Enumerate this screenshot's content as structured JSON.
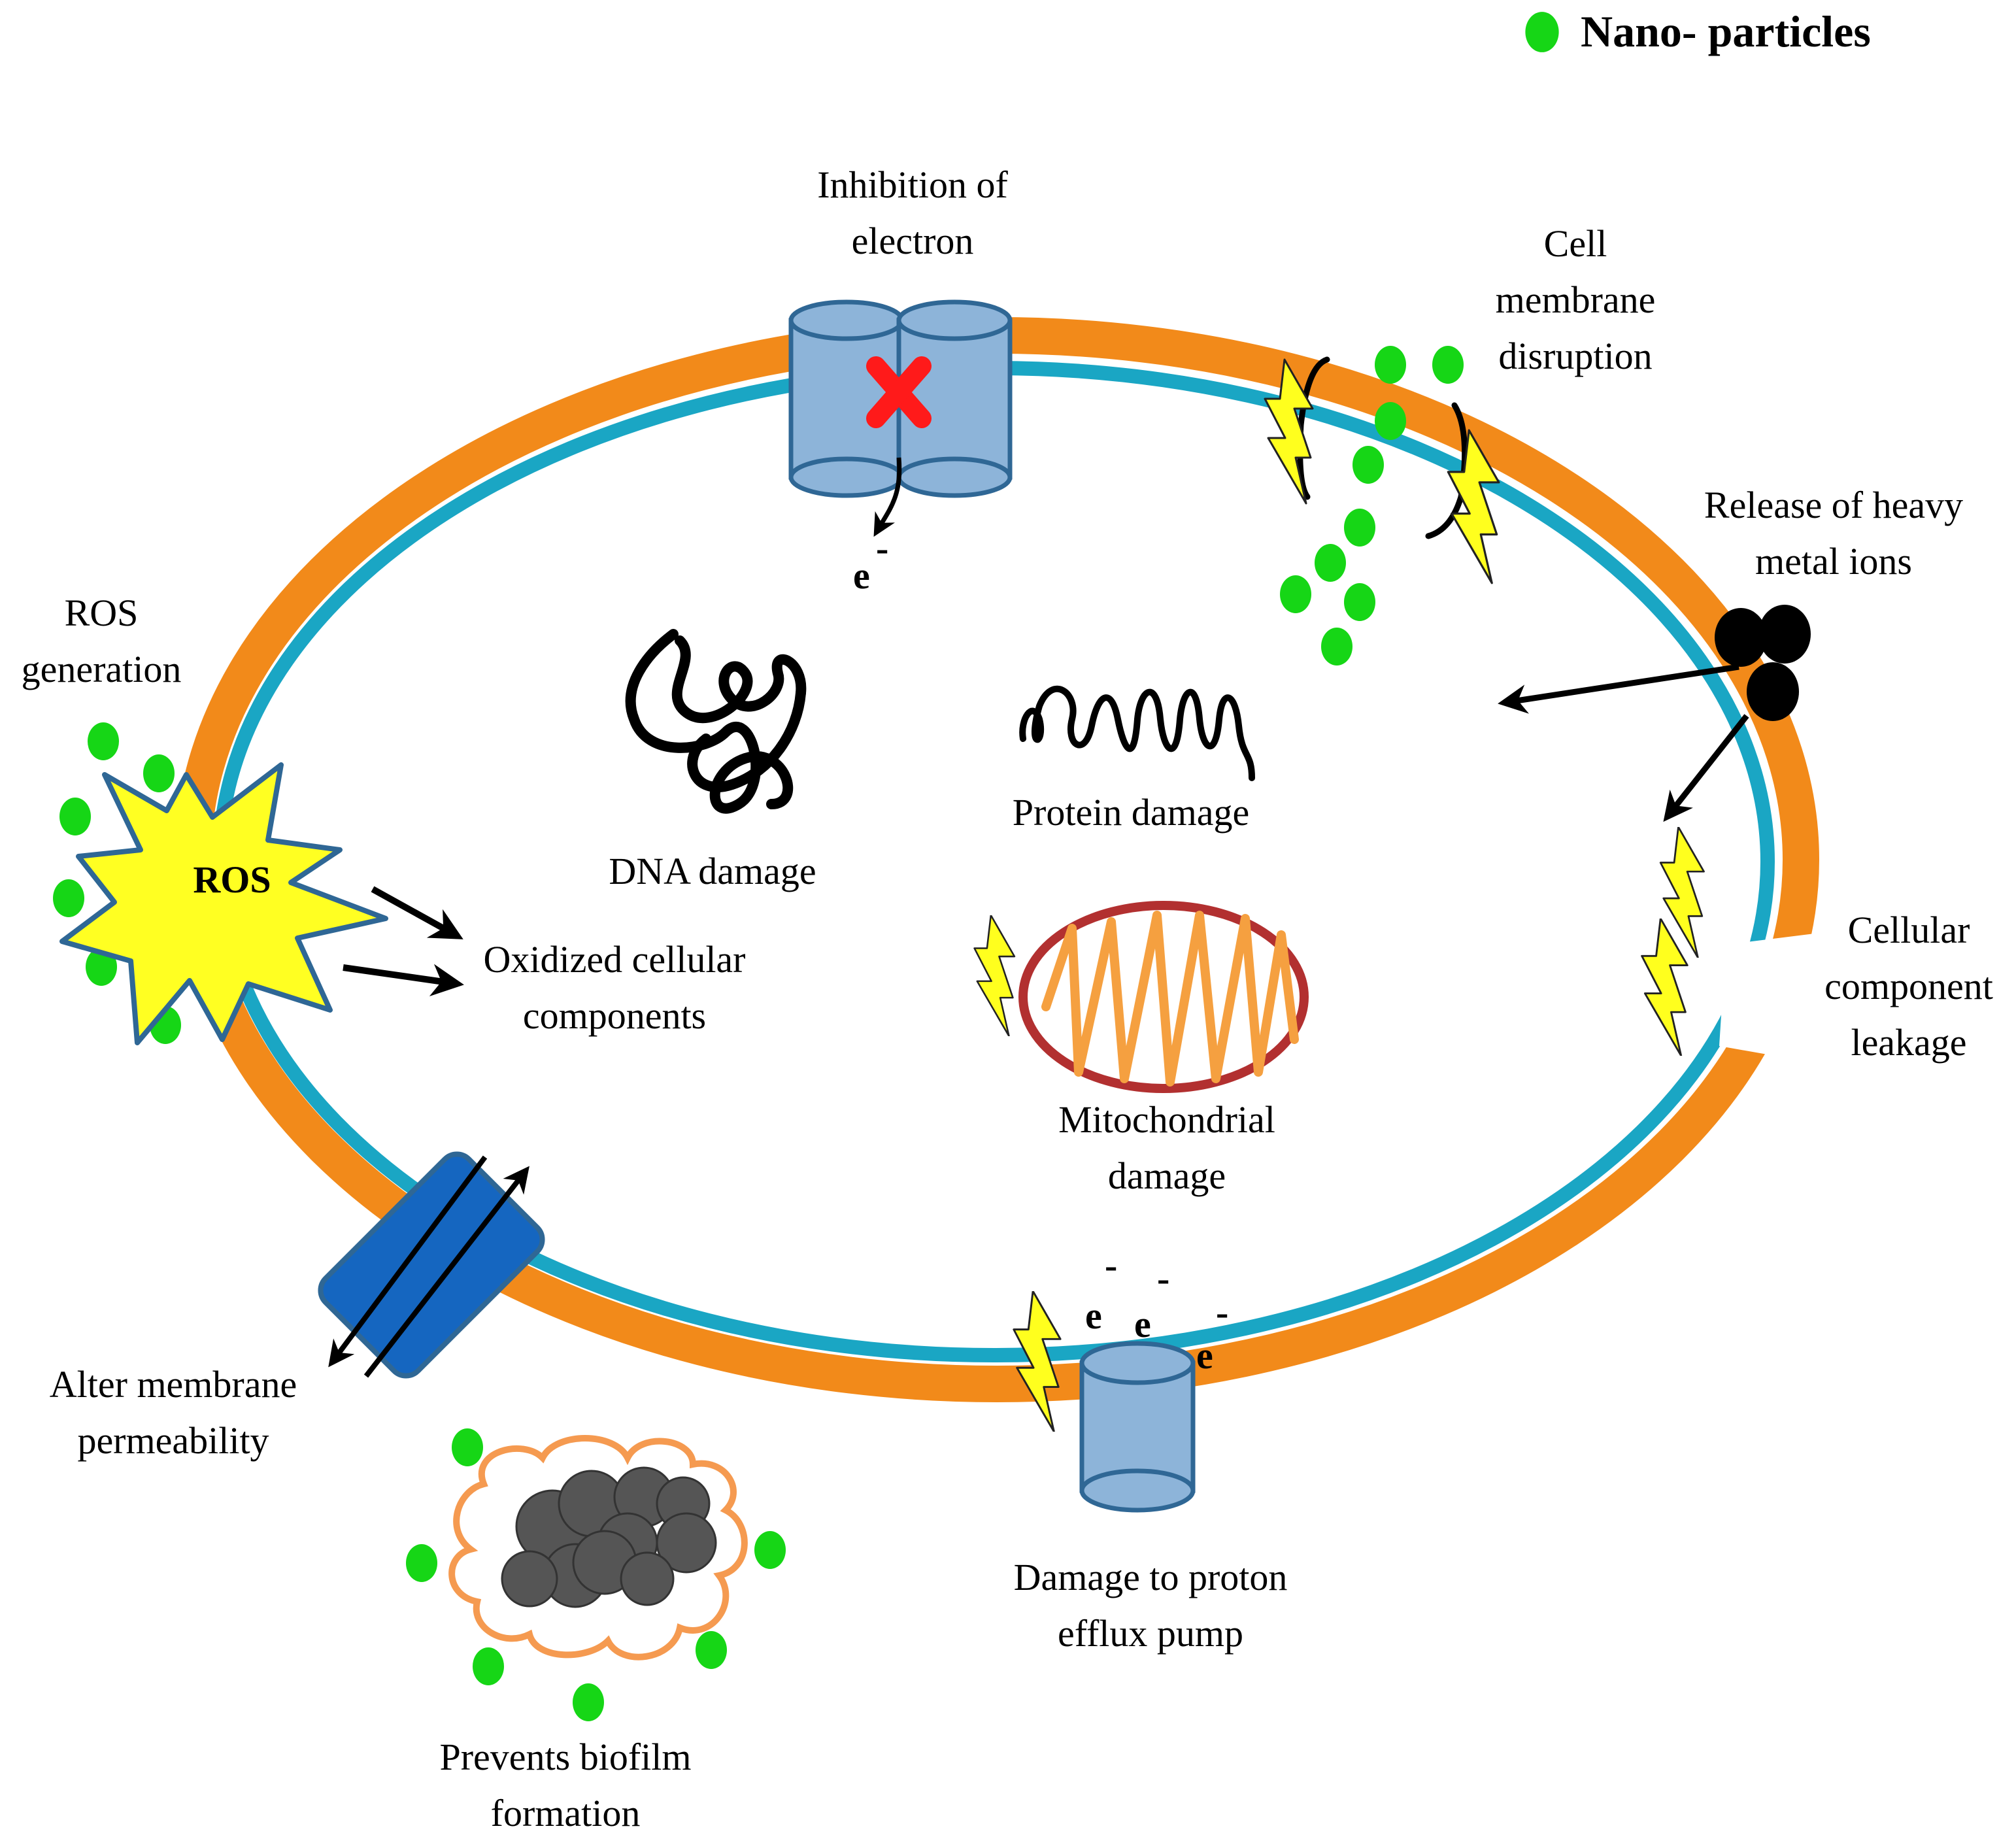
{
  "legend": {
    "label": "Nano- particles",
    "color": "#16d616"
  },
  "labels": {
    "inhibition": [
      "Inhibition of",
      "electron"
    ],
    "membrane_disruption": [
      "Cell",
      "membrane",
      "disruption"
    ],
    "heavy_metal": [
      "Release of heavy",
      "metal ions"
    ],
    "ros_generation": [
      "ROS",
      "generation"
    ],
    "dna": [
      "DNA damage"
    ],
    "protein": [
      "Protein damage"
    ],
    "oxidized": [
      "Oxidized cellular",
      "components"
    ],
    "mitochondrial": [
      "Mitochondrial",
      "damage"
    ],
    "leakage": [
      "Cellular",
      "component",
      "leakage"
    ],
    "permeability": [
      "Alter membrane",
      "permeability"
    ],
    "proton_pump": [
      "Damage to proton",
      "efflux pump"
    ],
    "biofilm": [
      "Prevents biofilm",
      "formation"
    ]
  },
  "ros_burst": "ROS",
  "electron_symbol": "e",
  "electron_charge": "-",
  "colors": {
    "outer_membrane": "#f28a1a",
    "inner_membrane": "#1aa6c4",
    "channel": "#8db4d9",
    "channel_stroke": "#2f6795",
    "porin": "#1566c0",
    "lightning": "#ffff1e",
    "ros_burst": "#ffff22",
    "mitochondria_outline": "#b23030",
    "mitochondria_coil": "#f5a040",
    "heavy_metal": "#000000",
    "biofilm_cells": "#555555",
    "biofilm_outline": "#f59a50",
    "block_mark": "#ff1a1a"
  }
}
